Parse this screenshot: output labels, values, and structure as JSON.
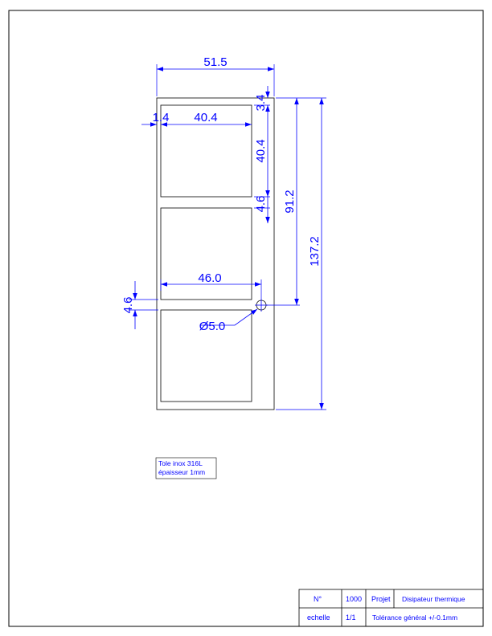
{
  "dimensions": {
    "overall_width": "51.5",
    "top_margin": "3.4",
    "left_margin": "1.4",
    "window_width": "40.4",
    "window_height": "40.4",
    "window_gap": "4.6",
    "hole_position": "91.2",
    "overall_height": "137.2",
    "hole_span": "46.0",
    "hole_offset": "4.6",
    "hole_diameter": "Ø5.0"
  },
  "material_note": {
    "line1": "Tole inox 316L",
    "line2": "épaisseur 1mm"
  },
  "title_block": {
    "number_label": "N°",
    "number_value": "1000",
    "project_label": "Projet",
    "project_value": "Disipateur thermique",
    "scale_label": "echelle",
    "scale_value": "1/1",
    "tolerance": "Tolérance général +/-0.1mm"
  },
  "colors": {
    "annotation": "#0000ff",
    "geometry": "#000000"
  }
}
